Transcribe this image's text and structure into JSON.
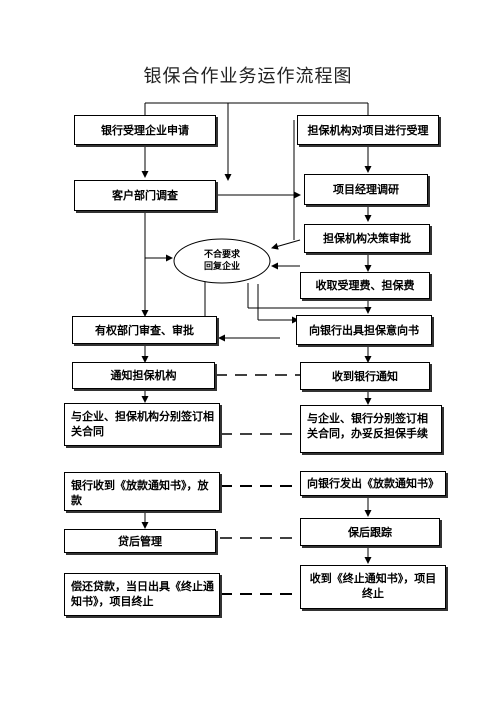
{
  "title": "银保合作业务运作流程图",
  "bank": {
    "accept_application": "银行受理企业申请",
    "customer_survey": "客户部门调查",
    "authorized_review": "有权部门审查、审批",
    "notify_guarantor": "通知担保机构",
    "sign_contracts": "与企业、担保机构分别签订相关合同",
    "receive_notice_lend": "银行收到《放款通知书》，放款",
    "post_loan_mgmt": "贷后管理",
    "repay": "偿还贷款，当日出具《终止通知书》，项目终止"
  },
  "guarantor": {
    "accept_project": "担保机构对项目进行受理",
    "pm_research": "项目经理调研",
    "decision_review": "担保机构决策审批",
    "collect_fees": "收取受理费、担保费",
    "issue_letter": "向银行出具担保意向书",
    "receive_bank_notice": "收到银行通知",
    "sign_with_parties": "与企业、银行分别签订相关合同，办妥反担保手续",
    "send_notice": "向银行发出《放款通知书》",
    "post_tracking": "保后跟踪",
    "receive_termination": "收到《终止通知书》，项目终止"
  },
  "reject": {
    "line1": "不合要求",
    "line2": "回复企业"
  }
}
